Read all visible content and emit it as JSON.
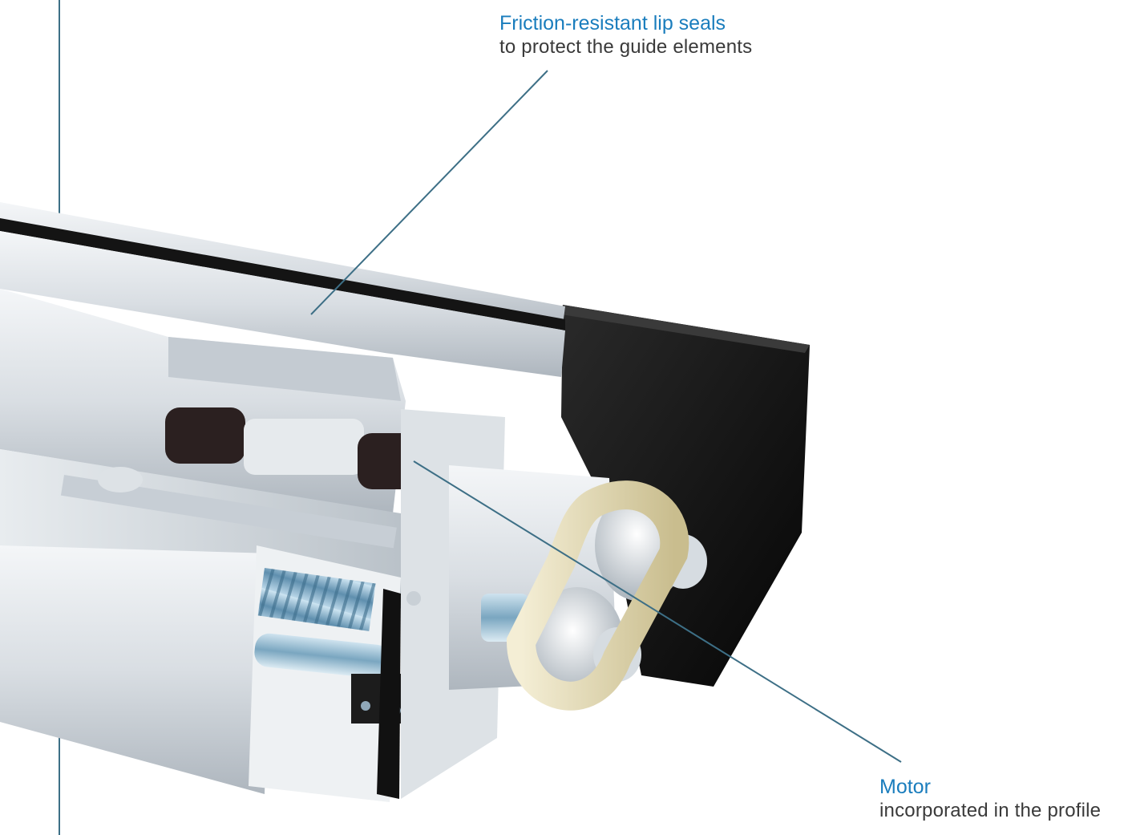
{
  "colors": {
    "accent": "#1a7dbd",
    "body_text": "#3a3a3a",
    "leader_line": "#3d6f86",
    "aluminum": "#d8dde2",
    "motor_housing": "#0d0d0d"
  },
  "callouts": {
    "seals": {
      "title": "Friction-resistant lip seals",
      "text": "to protect the guide elements"
    },
    "motor": {
      "title": "Motor",
      "text": "incorporated in the profile"
    }
  }
}
